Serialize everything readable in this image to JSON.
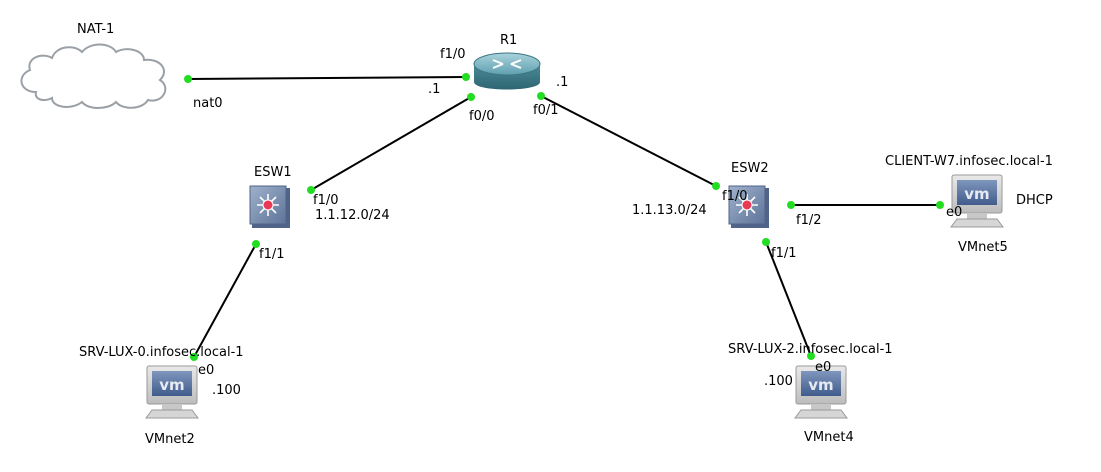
{
  "nodes": {
    "nat": {
      "name": "NAT-1",
      "port": "nat0"
    },
    "r1": {
      "name": "R1",
      "ports": {
        "f1_0": "f1/0",
        "f0_0": "f0/0",
        "f0_1": "f0/1"
      },
      "addr_left": ".1",
      "addr_right": ".1"
    },
    "esw1": {
      "name": "ESW1",
      "ports": {
        "f1_0": "f1/0",
        "f1_1": "f1/1"
      },
      "subnet": "1.1.12.0/24"
    },
    "esw2": {
      "name": "ESW2",
      "ports": {
        "f1_0": "f1/0",
        "f1_2": "f1/2",
        "f1_1": "f1/1"
      },
      "subnet": "1.1.13.0/24"
    },
    "srv0": {
      "name": "SRV-LUX-0.infosec.local-1",
      "port": "e0",
      "addr": ".100",
      "net": "VMnet2"
    },
    "srv2": {
      "name": "SRV-LUX-2.infosec.local-1",
      "port": "e0",
      "addr": ".100",
      "net": "VMnet4"
    },
    "client": {
      "name": "CLIENT-W7.infosec.local-1",
      "port": "e0",
      "addr": "DHCP",
      "net": "VMnet5"
    }
  },
  "vm_icon_text": "vm",
  "colors": {
    "link": "#000000",
    "port_dot": "#22dd22",
    "router": "#4a8f9e",
    "switch": "#6f86a8",
    "cloud_stroke": "#9aa0a6"
  }
}
